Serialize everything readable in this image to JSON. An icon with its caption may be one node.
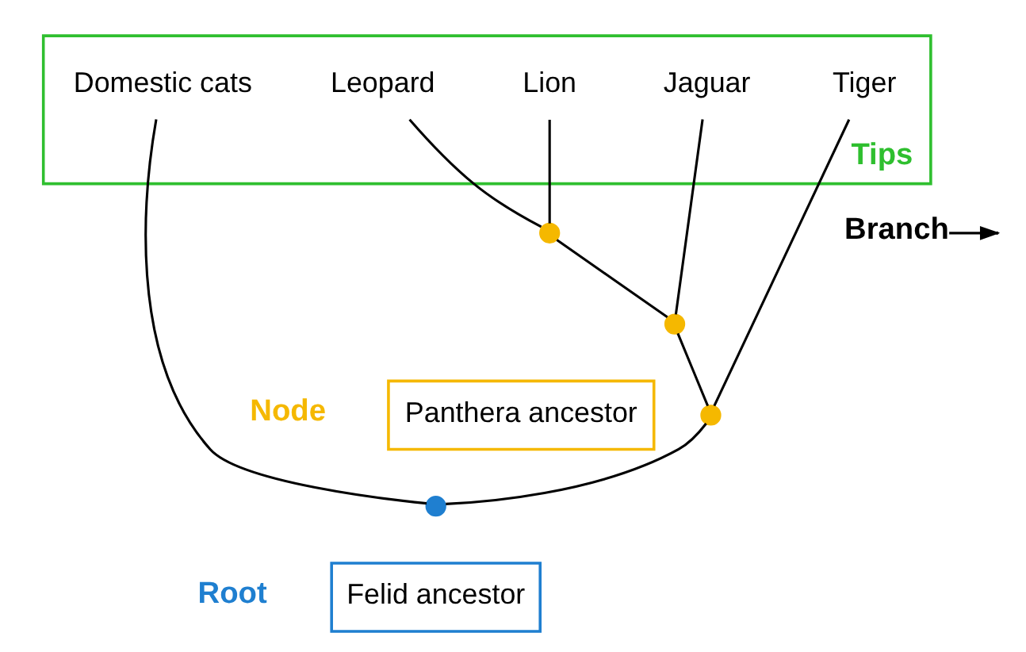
{
  "diagram": {
    "nodes": [
      {
        "text": [
          "Tips"
        ]
      },
      {
        "text": [
          "Lion"
        ],
        "in": 0
      },
      {
        "text": [
          "Leopard"
        ],
        "in": 0
      },
      {
        "text": [
          "Jaguar"
        ],
        "in": 0
      },
      {
        "text": [
          "Tiger"
        ],
        "in": 0
      },
      {
        "text": [
          "Domestic cats"
        ],
        "in": 0
      },
      {
        "text": [],
        "shape": "circle"
      },
      {
        "text": [],
        "shape": "circle"
      },
      {
        "text": [
          "Branch"
        ]
      },
      {
        "text": [
          "Panthera ancestor"
        ],
        "beside": [
          "Node"
        ]
      },
      {
        "text": [],
        "shape": "circle"
      },
      {
        "text": [],
        "shape": "circle"
      },
      {
        "text": [
          "Felid ancestor"
        ],
        "beside": [
          "Root"
        ]
      }
    ],
    "edges": [
      {
        "from": 6,
        "to": 1,
        "arrow": "none"
      },
      {
        "from": 6,
        "to": 2,
        "arrow": "none"
      },
      {
        "from": 7,
        "to": 6,
        "arrow": "none"
      },
      {
        "from": 7,
        "to": 3,
        "arrow": "none"
      },
      {
        "from": 10,
        "to": 7,
        "arrow": "none"
      },
      {
        "from": 10,
        "to": 4,
        "arrow": "none"
      },
      {
        "from": 11,
        "to": 10,
        "arrow": "none"
      },
      {
        "from": 11,
        "to": 5,
        "arrow": "none"
      },
      {
        "from": 8,
        "to": null,
        "arrow": "to"
      }
    ]
  }
}
